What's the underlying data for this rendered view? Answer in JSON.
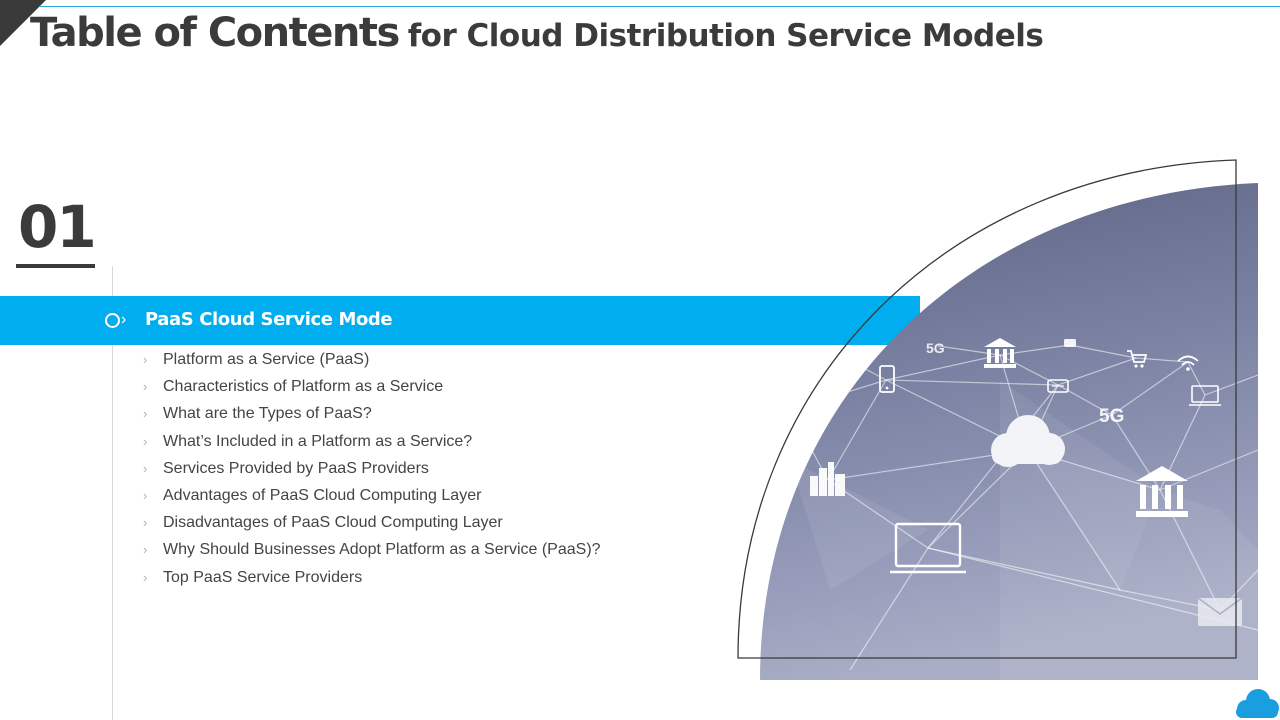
{
  "header": {
    "title_strong": "Table of Contents",
    "title_rest": "for Cloud Distribution Service Models"
  },
  "section": {
    "number": "01",
    "title": "PaaS Cloud Service Mode"
  },
  "items": [
    {
      "label": "Platform as a Service (PaaS)"
    },
    {
      "label": "Characteristics of Platform as a Service"
    },
    {
      "label": "What are the Types of PaaS?"
    },
    {
      "label": "What’s Included  in a Platform as a Service?"
    },
    {
      "label": "Services Provided by PaaS Providers"
    },
    {
      "label": "Advantages of PaaS Cloud Computing Layer"
    },
    {
      "label": "Disadvantages of PaaS Cloud Computing Layer"
    },
    {
      "label": "Why Should Businesses Adopt Platform as a Service (PaaS)?"
    },
    {
      "label": "Top PaaS Service Providers"
    }
  ],
  "graphic": {
    "badge_5g_small": "5G",
    "badge_5g_large": "5G"
  },
  "colors": {
    "accent": "#00aeef",
    "heading": "#3b3b3b",
    "body_text": "#444444"
  },
  "icons": [
    "chevron-right-icon",
    "circle-marker-icon",
    "cloud-icon",
    "bank-icon",
    "laptop-icon",
    "phone-icon",
    "cart-icon",
    "wifi-icon",
    "mail-icon",
    "city-icon"
  ]
}
